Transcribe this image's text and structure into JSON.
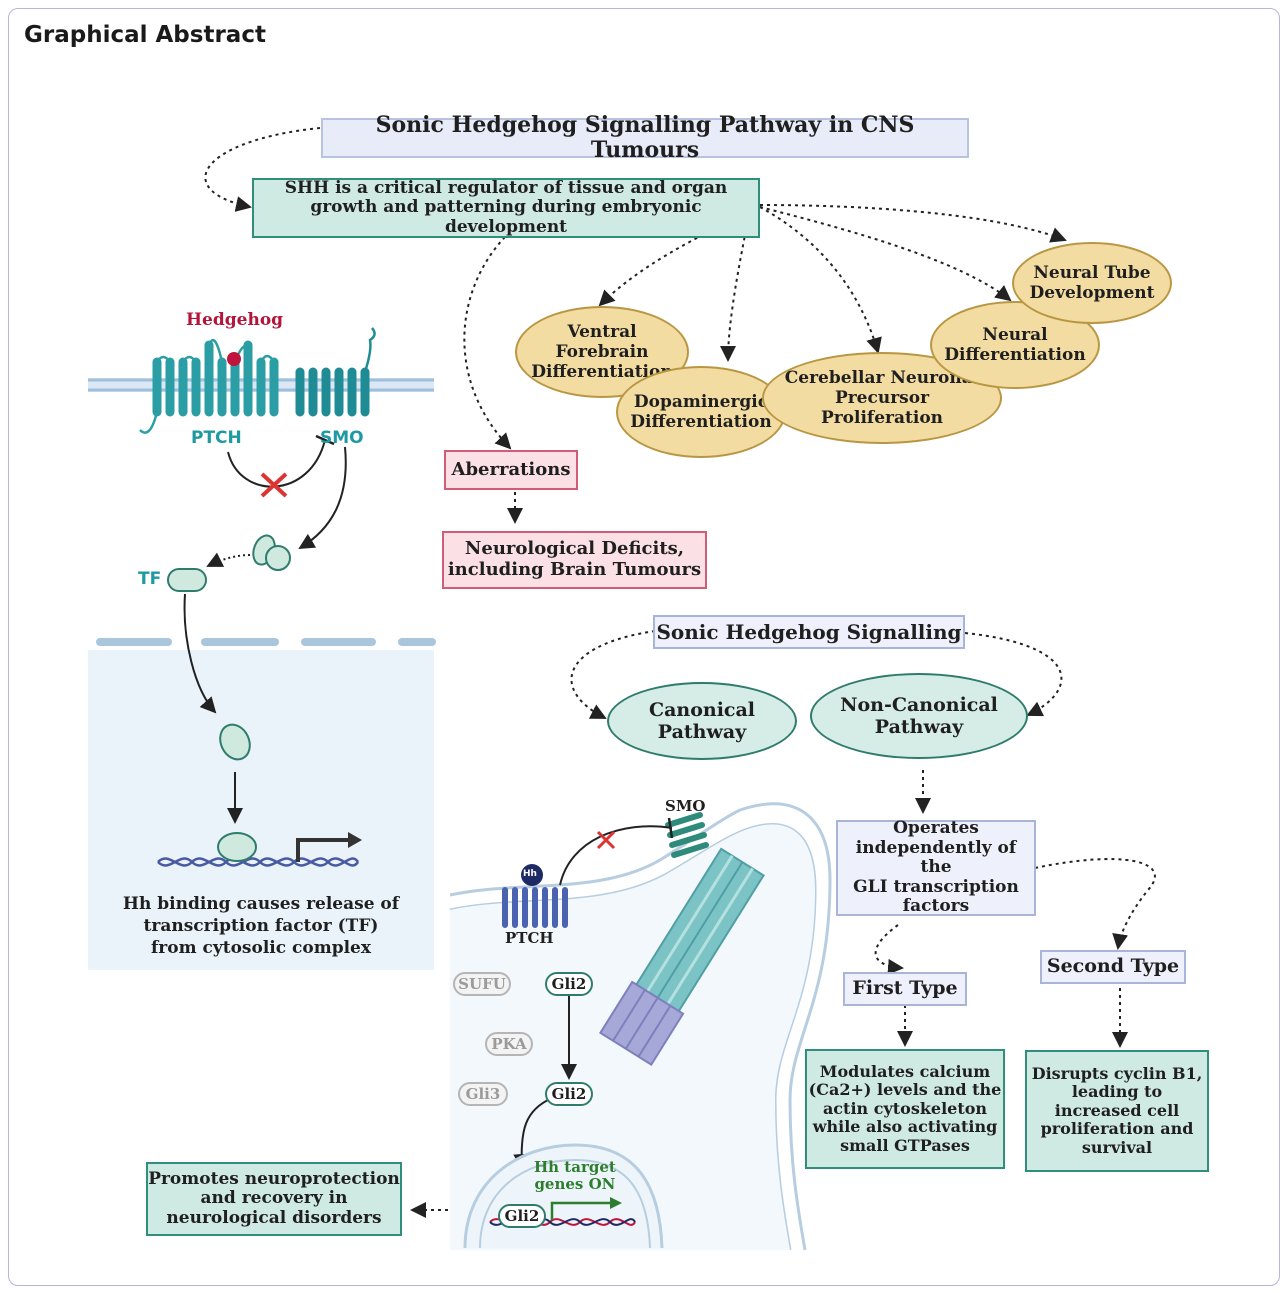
{
  "header": {
    "title": "Graphical Abstract"
  },
  "diagram": {
    "main_title": "Sonic Hedgehog Signalling Pathway in CNS Tumours",
    "shh_box": "SHH is a critical regulator of tissue and organ\ngrowth and patterning during embryonic development",
    "ovals": {
      "ventral": "Ventral\nForebrain\nDifferentiation",
      "dopaminergic": "Dopaminergic\nDifferentiation",
      "cerebellar": "Cerebellar Neuronal\nPrecursor\nProliferation",
      "neural_diff": "Neural\nDifferentiation",
      "neural_tube": "Neural Tube\nDevelopment"
    },
    "aberrations": "Aberrations",
    "deficits": "Neurological Deficits,\nincluding Brain Tumours",
    "left_panel": {
      "hedgehog": "Hedgehog",
      "ptch": "PTCH",
      "smo": "SMO",
      "tf": "TF",
      "caption": "Hh binding causes release of\ntranscription factor (TF)\nfrom cytosolic complex"
    },
    "signalling": {
      "title": "Sonic Hedgehog Signalling",
      "canonical": "Canonical\nPathway",
      "non_canonical": "Non-Canonical\nPathway",
      "operates": "Operates\nindependently of the\nGLI transcription\nfactors",
      "first_type": "First Type",
      "second_type": "Second Type",
      "first_desc": "Modulates calcium\n(Ca2+) levels and the\nactin cytoskeleton\nwhile also activating\nsmall GTPases",
      "second_desc": "Disrupts cyclin B1,\nleading to\nincreased cell\nproliferation and\nsurvival"
    },
    "cell": {
      "smo": "SMO",
      "hh": "Hh",
      "ptch": "PTCH",
      "sufu": "SUFU",
      "pka": "PKA",
      "gli3": "Gli3",
      "gli2_top": "Gli2",
      "gli2_mid": "Gli2",
      "gli2_nuc": "Gli2",
      "target": "Hh target\ngenes ON"
    },
    "neuroprotection": "Promotes neuroprotection\nand recovery in\nneurological disorders"
  }
}
